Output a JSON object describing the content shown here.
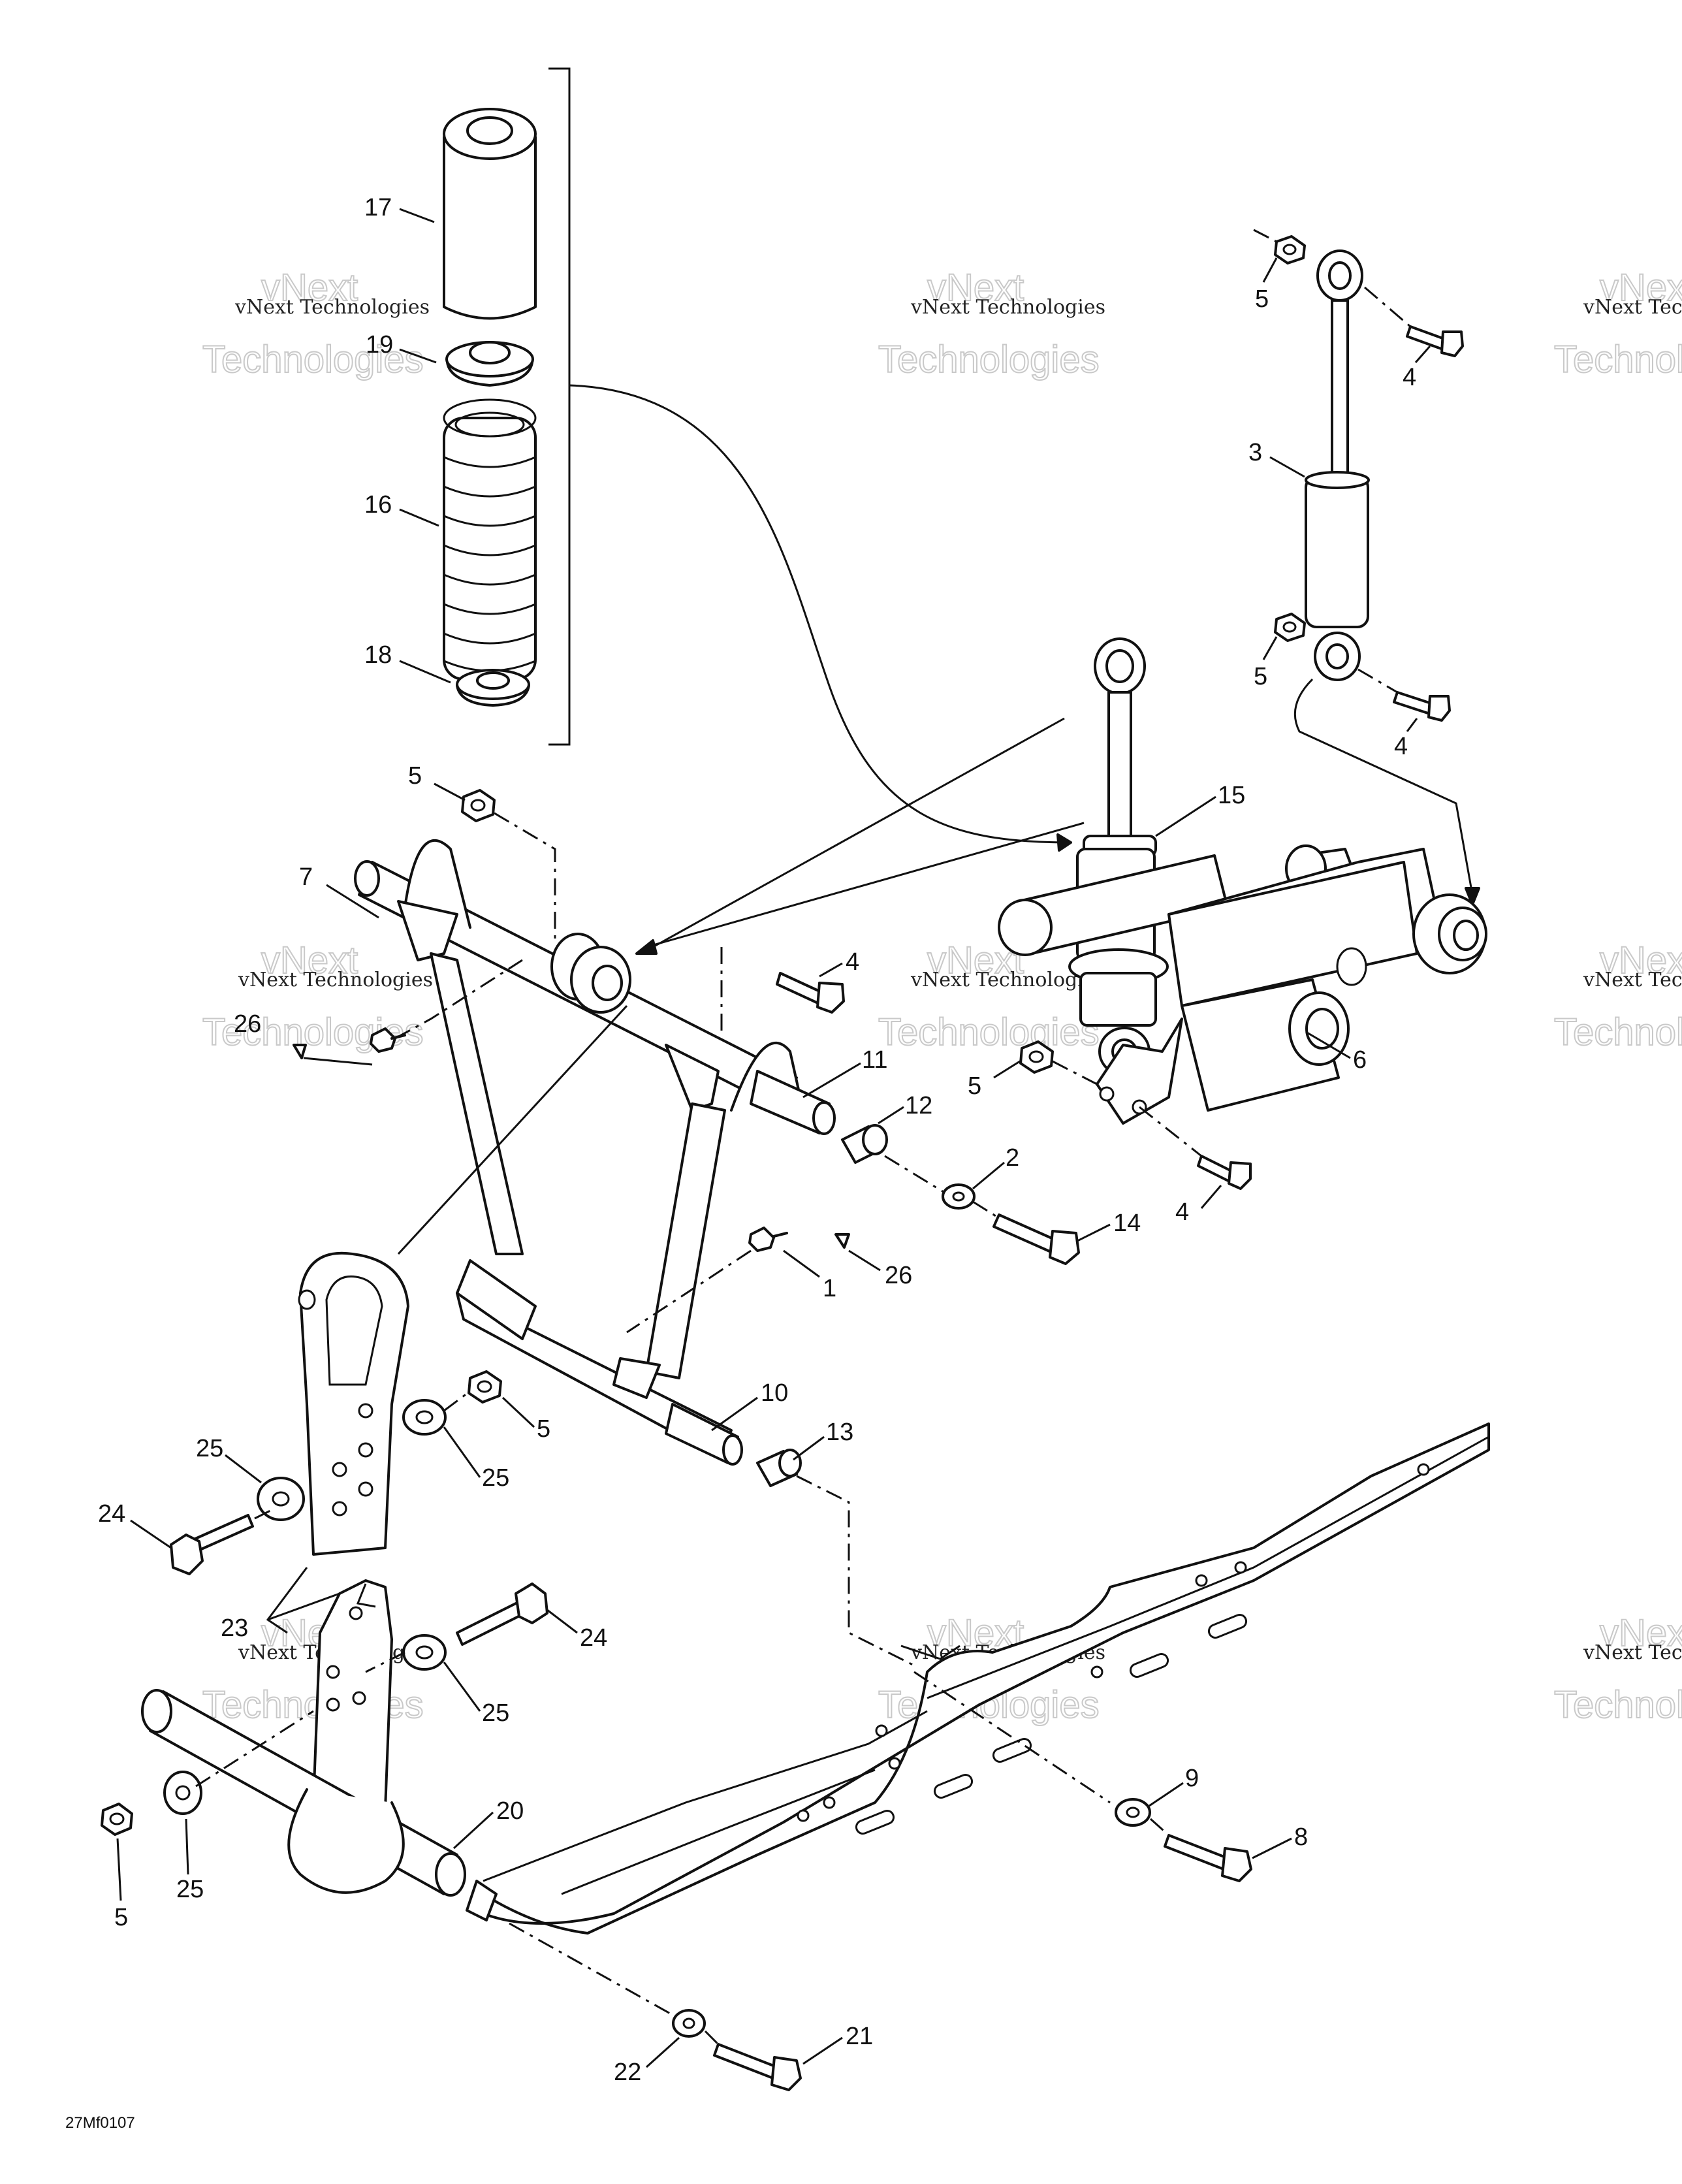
{
  "drawing_ref": "27Mf0107",
  "watermark": {
    "line1": "vNext",
    "line2": "vNext Technologies",
    "line3": "Technologies"
  },
  "callouts": {
    "c1": "1",
    "c2": "2",
    "c3": "3",
    "c4a": "4",
    "c4b": "4",
    "c4c": "4",
    "c4d": "4",
    "c5a": "5",
    "c5b": "5",
    "c5c": "5",
    "c5d": "5",
    "c5e": "5",
    "c5f": "5",
    "c6": "6",
    "c7": "7",
    "c8": "8",
    "c9": "9",
    "c10": "10",
    "c11": "11",
    "c12": "12",
    "c13": "13",
    "c14": "14",
    "c15": "15",
    "c16": "16",
    "c17": "17",
    "c18": "18",
    "c19": "19",
    "c20": "20",
    "c21": "21",
    "c22": "22",
    "c23": "23",
    "c24a": "24",
    "c24b": "24",
    "c25a": "25",
    "c25b": "25",
    "c25c": "25",
    "c25d": "25",
    "c26a": "26",
    "c26b": "26"
  },
  "colors": {
    "line": "#111111",
    "watermark": "#c9c9c9",
    "background": "#ffffff"
  }
}
